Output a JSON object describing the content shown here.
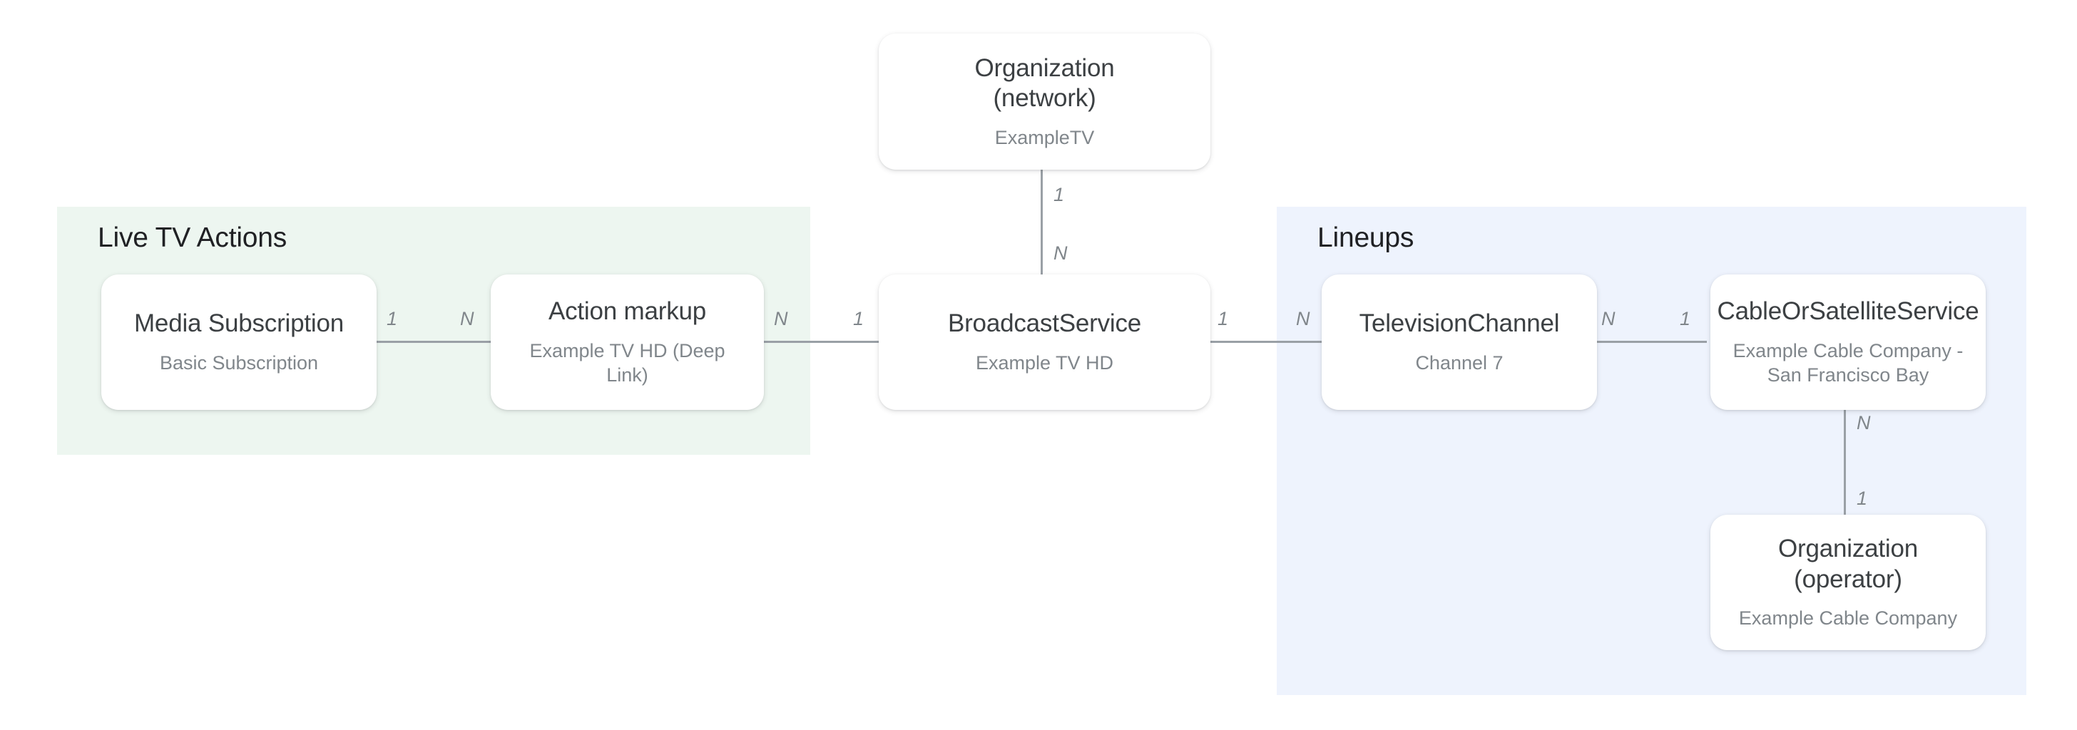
{
  "diagram": {
    "type": "entity-relationship",
    "background": "#ffffff",
    "connector_color": "#9aa0a6",
    "groups": [
      {
        "id": "live-tv-actions",
        "title": "Live TV Actions",
        "color": "#edf6f0"
      },
      {
        "id": "lineups",
        "title": "Lineups",
        "color": "#eef3fd"
      }
    ],
    "nodes": [
      {
        "id": "organization-network",
        "title": "Organization\n(network)",
        "subtitle": "ExampleTV"
      },
      {
        "id": "media-subscription",
        "title": "Media Subscription",
        "subtitle": "Basic Subscription"
      },
      {
        "id": "action-markup",
        "title": "Action markup",
        "subtitle": "Example TV HD (Deep Link)"
      },
      {
        "id": "broadcast-service",
        "title": "BroadcastService",
        "subtitle": "Example TV HD"
      },
      {
        "id": "television-channel",
        "title": "TelevisionChannel",
        "subtitle": "Channel 7"
      },
      {
        "id": "cable-or-satellite-service",
        "title": "CableOrSatelliteService",
        "subtitle": "Example Cable Company -\nSan Francisco Bay"
      },
      {
        "id": "organization-operator",
        "title": "Organization (operator)",
        "subtitle": "Example Cable Company"
      }
    ],
    "edges": [
      {
        "id": "org-network-to-broadcast-service",
        "from": "organization-network",
        "to": "broadcast-service",
        "orientation": "vertical",
        "from_cardinality": "1",
        "to_cardinality": "N"
      },
      {
        "id": "media-subscription-to-action-markup",
        "from": "media-subscription",
        "to": "action-markup",
        "orientation": "horizontal",
        "from_cardinality": "1",
        "to_cardinality": "N"
      },
      {
        "id": "action-markup-to-broadcast-service",
        "from": "action-markup",
        "to": "broadcast-service",
        "orientation": "horizontal",
        "from_cardinality": "N",
        "to_cardinality": "1"
      },
      {
        "id": "broadcast-service-to-television-channel",
        "from": "broadcast-service",
        "to": "television-channel",
        "orientation": "horizontal",
        "from_cardinality": "1",
        "to_cardinality": "N"
      },
      {
        "id": "television-channel-to-cable-or-satellite-service",
        "from": "television-channel",
        "to": "cable-or-satellite-service",
        "orientation": "horizontal",
        "from_cardinality": "N",
        "to_cardinality": "1"
      },
      {
        "id": "cable-or-satellite-service-to-org-operator",
        "from": "cable-or-satellite-service",
        "to": "organization-operator",
        "orientation": "vertical",
        "from_cardinality": "N",
        "to_cardinality": "1"
      }
    ]
  }
}
